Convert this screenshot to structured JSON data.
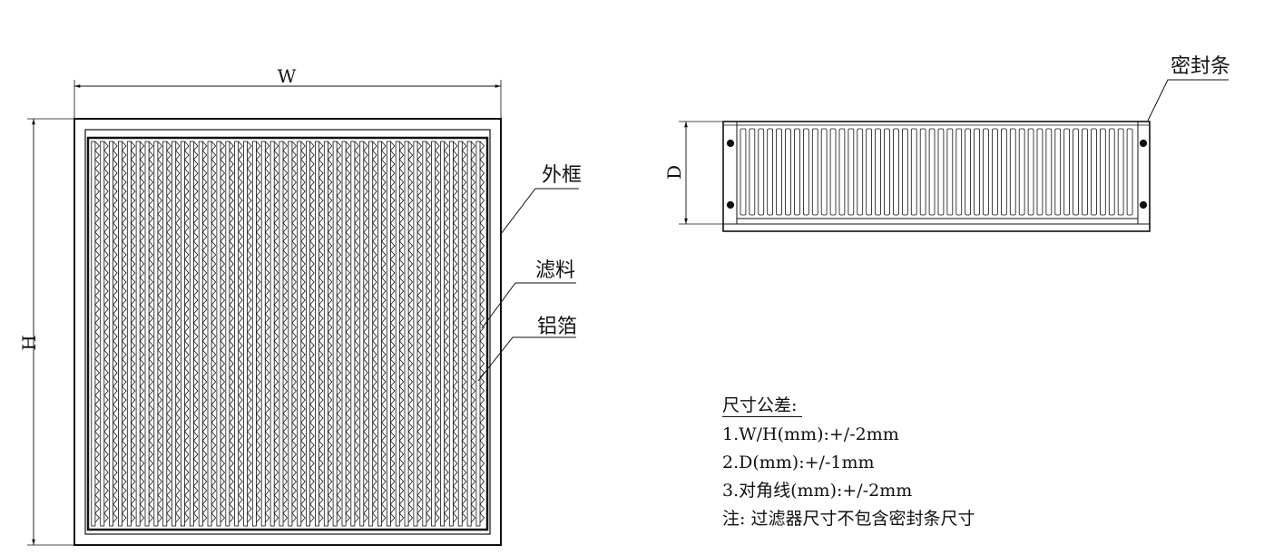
{
  "front_view": {
    "dim_width": "W",
    "dim_height": "H",
    "label_frame": "外框",
    "label_media": "滤料",
    "label_foil": "铝箔"
  },
  "side_view": {
    "dim_depth": "D",
    "label_gasket": "密封条"
  },
  "tolerance": {
    "title": "尺寸公差:",
    "lines": [
      "1.W/H(mm):+/-2mm",
      "2.D(mm):+/-1mm",
      "3.对角线(mm):+/-2mm",
      "注: 过滤器尺寸不包含密封条尺寸"
    ]
  }
}
